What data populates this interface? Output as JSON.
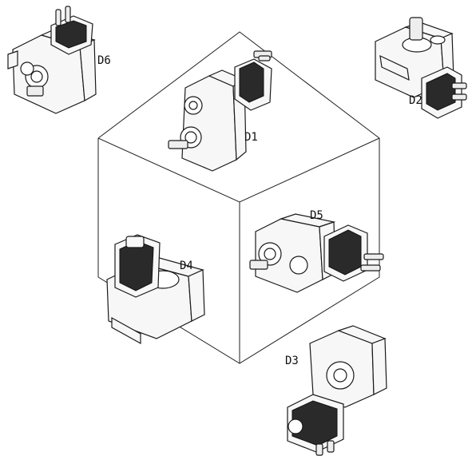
{
  "positions": [
    {
      "id": "d1",
      "label": "D1"
    },
    {
      "id": "d2",
      "label": "D2"
    },
    {
      "id": "d3",
      "label": "D3"
    },
    {
      "id": "d4",
      "label": "D4"
    },
    {
      "id": "d5",
      "label": "D5"
    },
    {
      "id": "d6",
      "label": "D6"
    }
  ],
  "colors": {
    "line": "#222222",
    "part_fill": "#f7f7f7",
    "motor_dark": "#2a2a2a"
  }
}
